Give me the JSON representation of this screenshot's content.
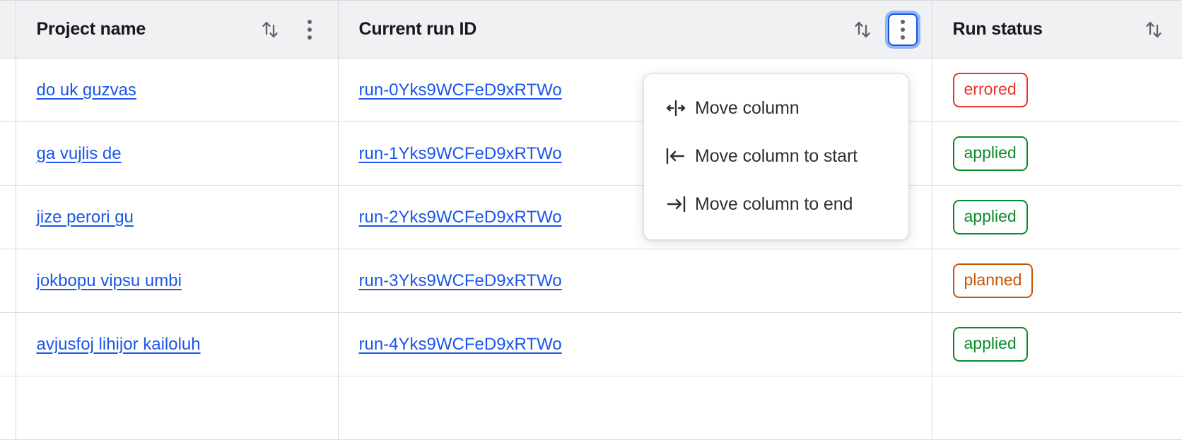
{
  "table": {
    "columns": [
      {
        "id": "gutter",
        "label": "",
        "sort_icon": "sort-updown-icon",
        "menu_icon": null
      },
      {
        "id": "project_name",
        "label": "Project name",
        "sort_icon": "sort-updown-icon",
        "menu_icon": "kebab-menu-icon",
        "menu_focused": false
      },
      {
        "id": "current_run_id",
        "label": "Current run ID",
        "sort_icon": "sort-updown-icon",
        "menu_icon": "kebab-menu-icon",
        "menu_focused": true
      },
      {
        "id": "run_status",
        "label": "Run status",
        "sort_icon": "sort-updown-icon",
        "menu_icon": null
      }
    ],
    "rows": [
      {
        "project_name": "do uk guzvas",
        "current_run_id": "run-0Yks9WCFeD9xRTWo",
        "run_status": "errored",
        "status_color": "#e5342b"
      },
      {
        "project_name": "ga vujlis de",
        "current_run_id": "run-1Yks9WCFeD9xRTWo",
        "run_status": "applied",
        "status_color": "#0b8a2b"
      },
      {
        "project_name": "jize perori gu",
        "current_run_id": "run-2Yks9WCFeD9xRTWo",
        "run_status": "applied",
        "status_color": "#0b8a2b"
      },
      {
        "project_name": "jokbopu vipsu umbi",
        "current_run_id": "run-3Yks9WCFeD9xRTWo",
        "run_status": "planned",
        "status_color": "#c75300"
      },
      {
        "project_name": "avjusfoj lihijor kailoluh",
        "current_run_id": "run-4Yks9WCFeD9xRTWo",
        "run_status": "applied",
        "status_color": "#0b8a2b"
      }
    ]
  },
  "column_menu": {
    "open_for_column": "Current run ID",
    "items": [
      {
        "label": "Move column",
        "icon": "move-column-icon"
      },
      {
        "label": "Move column to start",
        "icon": "move-to-start-icon"
      },
      {
        "label": "Move column to end",
        "icon": "move-to-end-icon"
      }
    ]
  },
  "colors": {
    "link": "#1a56e8",
    "header_bg": "#f0f1f3",
    "border": "#d7d9de",
    "focus_ring": "#4285f4",
    "errored": "#e5342b",
    "applied": "#0b8a2b",
    "planned": "#c75300"
  }
}
